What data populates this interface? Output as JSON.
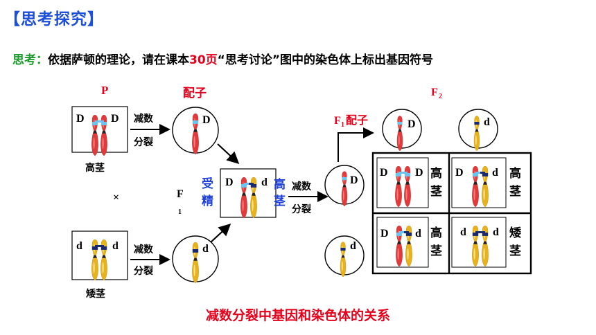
{
  "header": {
    "badge": "【思考探究】"
  },
  "question": {
    "label": "思考：",
    "text_a": "依据萨顿的理论，请在课本",
    "highlight": "30页",
    "text_b": "“思考讨论”图中的染色体上标出基因符号"
  },
  "diagram": {
    "p_label": "P",
    "gamete_label": "配子",
    "f1_label_main": "F",
    "f1_label_sub": "1",
    "f1_gamete_main": "F",
    "f1_gamete_sub": "1",
    "f1_gamete_word": "配子",
    "f2_main": "F",
    "f2_sub": "2",
    "tall_label": "高茎",
    "short_label": "矮茎",
    "cross_symbol": "×",
    "meiosis_line1": "减数",
    "meiosis_line2": "分裂",
    "fertilization_line1": "受",
    "fertilization_line2": "精",
    "f1_tall_line1": "高",
    "f1_tall_line2": "茎",
    "allele_D": "D",
    "allele_d": "d",
    "grid": [
      {
        "left": "D",
        "right": "D",
        "pheno1": "高",
        "pheno2": "茎"
      },
      {
        "left": "D",
        "right": "d",
        "pheno1": "高",
        "pheno2": "茎"
      },
      {
        "left": "D",
        "right": "d",
        "pheno1": "高",
        "pheno2": "茎"
      },
      {
        "left": "d",
        "right": "d",
        "pheno1": "矮",
        "pheno2": "茎"
      }
    ]
  },
  "caption": "减数分裂中基因和染色体的关系",
  "colors": {
    "dominant_chromosome": "#e23a3a",
    "recessive_chromosome": "#e8b21c",
    "D_band": "#6cc4ee",
    "d_band": "#1a2a6c",
    "title_blue": "#1e4fd8",
    "accent_red": "#e3001b",
    "label_green": "#1a9a2a"
  }
}
